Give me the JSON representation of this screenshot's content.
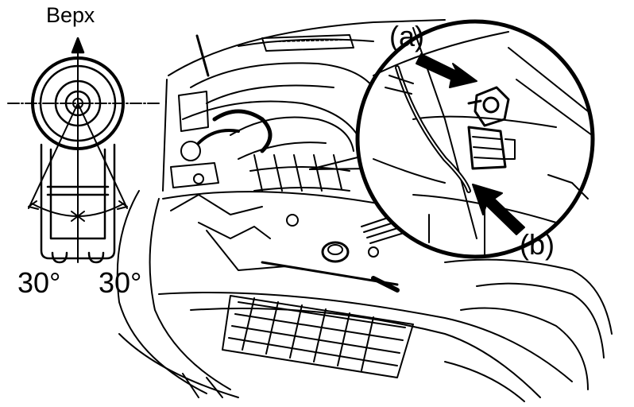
{
  "figure": {
    "orientation_label": "Верх",
    "callout_a": "(a)",
    "callout_b": "(b)",
    "angle_left": "30°",
    "angle_right": "30°"
  },
  "icons": {
    "sensor_detail": "knock-sensor-mounting-icon",
    "engine_view": "engine-bay-line-drawing",
    "magnifier": "detail-callout-circle"
  },
  "colors": {
    "ink": "#000000",
    "paper": "#ffffff"
  }
}
